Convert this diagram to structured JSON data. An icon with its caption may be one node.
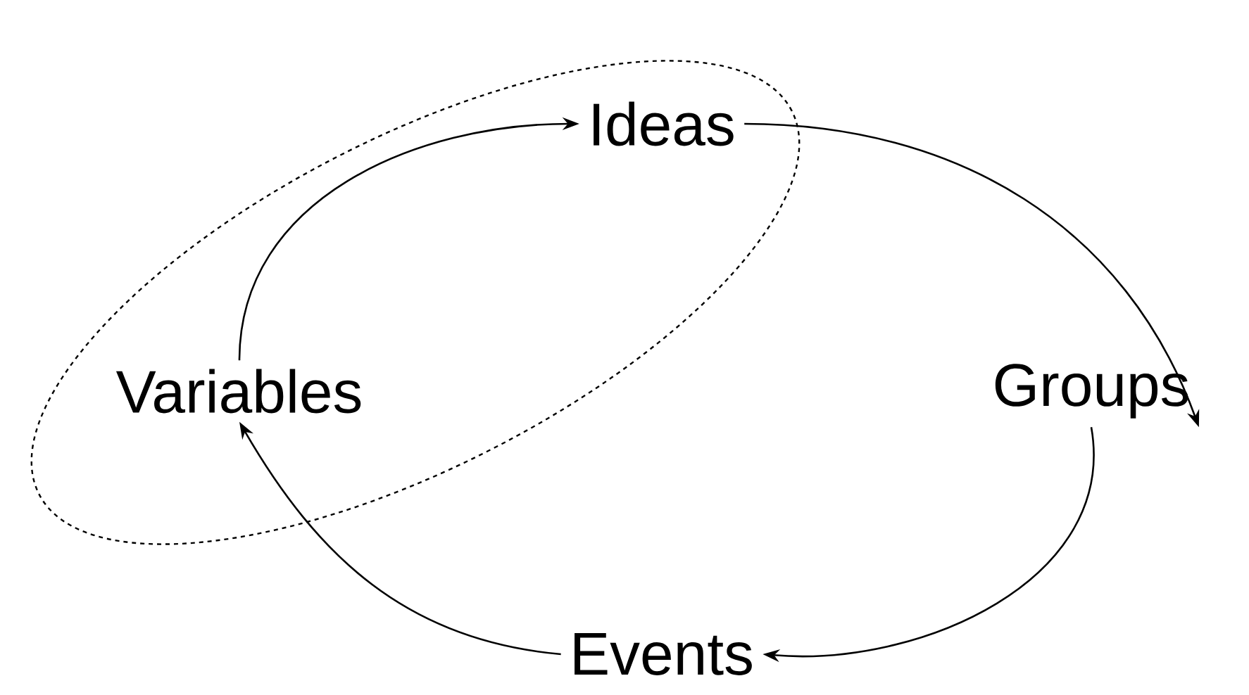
{
  "diagram": {
    "nodes": [
      {
        "text": [],
        "shape": "ellipse"
      },
      {
        "text": [
          "Ideas"
        ],
        "in": 0
      },
      {
        "text": [
          "Groups"
        ]
      },
      {
        "text": [
          "Events"
        ]
      },
      {
        "text": [
          "Variables"
        ],
        "in": 0
      }
    ],
    "edges": [
      {
        "from": 4,
        "to": 1,
        "arrow": "to"
      },
      {
        "from": 1,
        "to": 2,
        "arrow": "to"
      },
      {
        "from": 2,
        "to": 3,
        "arrow": "to"
      },
      {
        "from": 3,
        "to": 4,
        "arrow": "to"
      }
    ]
  }
}
